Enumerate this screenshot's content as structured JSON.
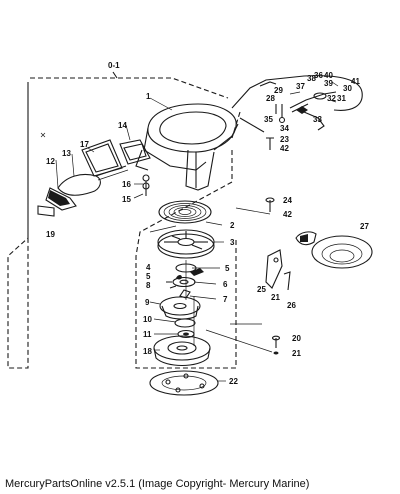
{
  "caption": "MercuryPartsOnline v2.5.1 (Image Copyright- Mercury Marine)",
  "callouts": [
    {
      "id": "c0",
      "text": "0-1"
    },
    {
      "id": "c1",
      "text": "1"
    },
    {
      "id": "c2",
      "text": "2"
    },
    {
      "id": "c3",
      "text": "3"
    },
    {
      "id": "c4",
      "text": "4"
    },
    {
      "id": "c5a",
      "text": "5"
    },
    {
      "id": "c5b",
      "text": "5"
    },
    {
      "id": "c6",
      "text": "6"
    },
    {
      "id": "c7",
      "text": "7"
    },
    {
      "id": "c8",
      "text": "8"
    },
    {
      "id": "c9",
      "text": "9"
    },
    {
      "id": "c10",
      "text": "10"
    },
    {
      "id": "c11",
      "text": "11"
    },
    {
      "id": "c12",
      "text": "12"
    },
    {
      "id": "c13",
      "text": "13"
    },
    {
      "id": "c14",
      "text": "14"
    },
    {
      "id": "c15",
      "text": "15"
    },
    {
      "id": "c16",
      "text": "16"
    },
    {
      "id": "c17",
      "text": "17"
    },
    {
      "id": "c18",
      "text": "18"
    },
    {
      "id": "c19",
      "text": "19"
    },
    {
      "id": "c20",
      "text": "20"
    },
    {
      "id": "c21a",
      "text": "21"
    },
    {
      "id": "c21b",
      "text": "21"
    },
    {
      "id": "c22",
      "text": "22"
    },
    {
      "id": "c23",
      "text": "23"
    },
    {
      "id": "c24",
      "text": "24"
    },
    {
      "id": "c25",
      "text": "25"
    },
    {
      "id": "c26",
      "text": "26"
    },
    {
      "id": "c27",
      "text": "27"
    },
    {
      "id": "c28",
      "text": "28"
    },
    {
      "id": "c29",
      "text": "29"
    },
    {
      "id": "c30",
      "text": "30"
    },
    {
      "id": "c31",
      "text": "31"
    },
    {
      "id": "c32",
      "text": "32"
    },
    {
      "id": "c33",
      "text": "33"
    },
    {
      "id": "c34",
      "text": "34"
    },
    {
      "id": "c35",
      "text": "35"
    },
    {
      "id": "c36",
      "text": "36"
    },
    {
      "id": "c37",
      "text": "37"
    },
    {
      "id": "c38",
      "text": "38"
    },
    {
      "id": "c39",
      "text": "39"
    },
    {
      "id": "c40",
      "text": "40"
    },
    {
      "id": "c41",
      "text": "41"
    },
    {
      "id": "c42a",
      "text": "42"
    },
    {
      "id": "c42b",
      "text": "42"
    }
  ]
}
